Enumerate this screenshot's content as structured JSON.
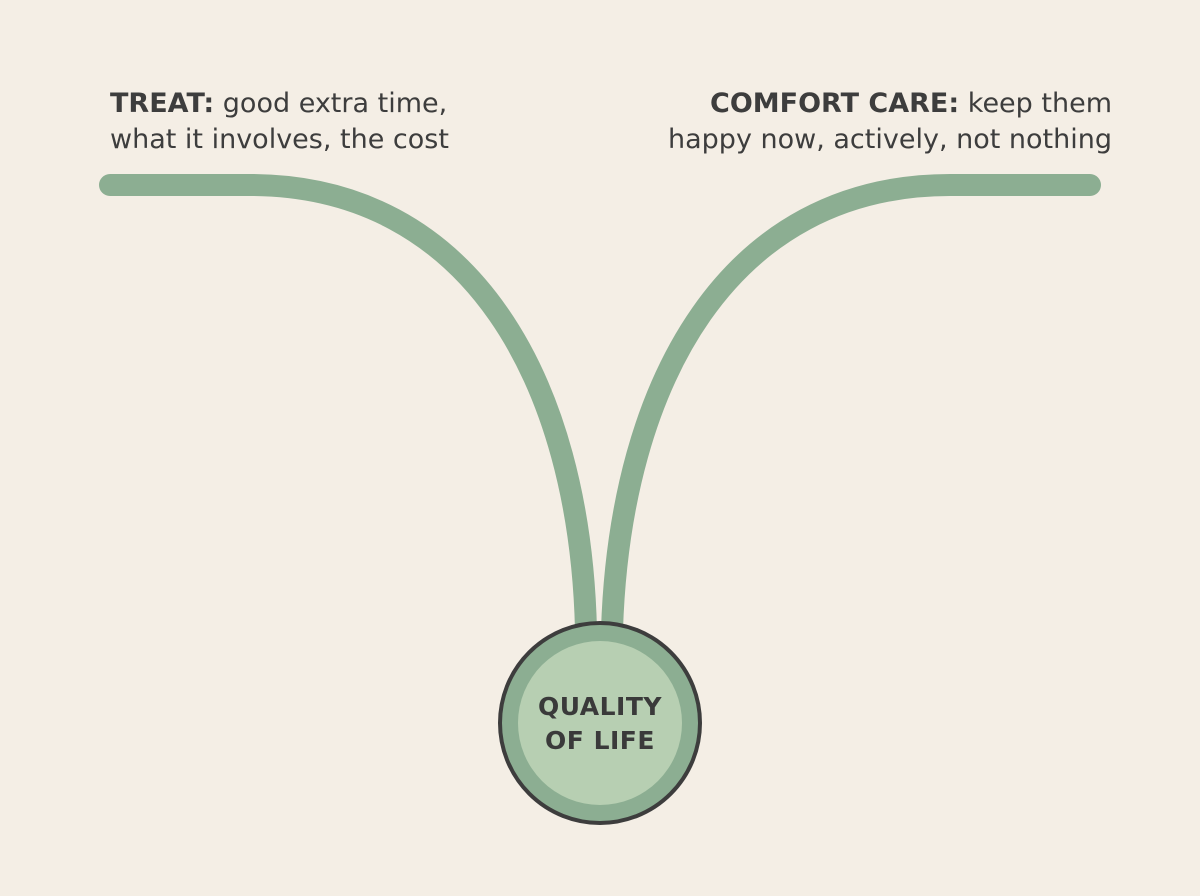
{
  "colors": {
    "background": "#f4eee5",
    "branch": "#8cae92",
    "node_fill": "#b7cfb2",
    "node_ring": "#8cae92",
    "node_outline": "#3d3d3d",
    "text": "#3d3d3d"
  },
  "left_branch": {
    "heading": "TREAT:",
    "line1_rest": "good extra time,",
    "line2": "what it involves, the cost"
  },
  "right_branch": {
    "heading": "COMFORT CARE:",
    "line1_rest": "keep them",
    "line2": "happy now, actively, not nothing"
  },
  "center_node": {
    "line1": "QUALITY",
    "line2": "OF LIFE"
  }
}
